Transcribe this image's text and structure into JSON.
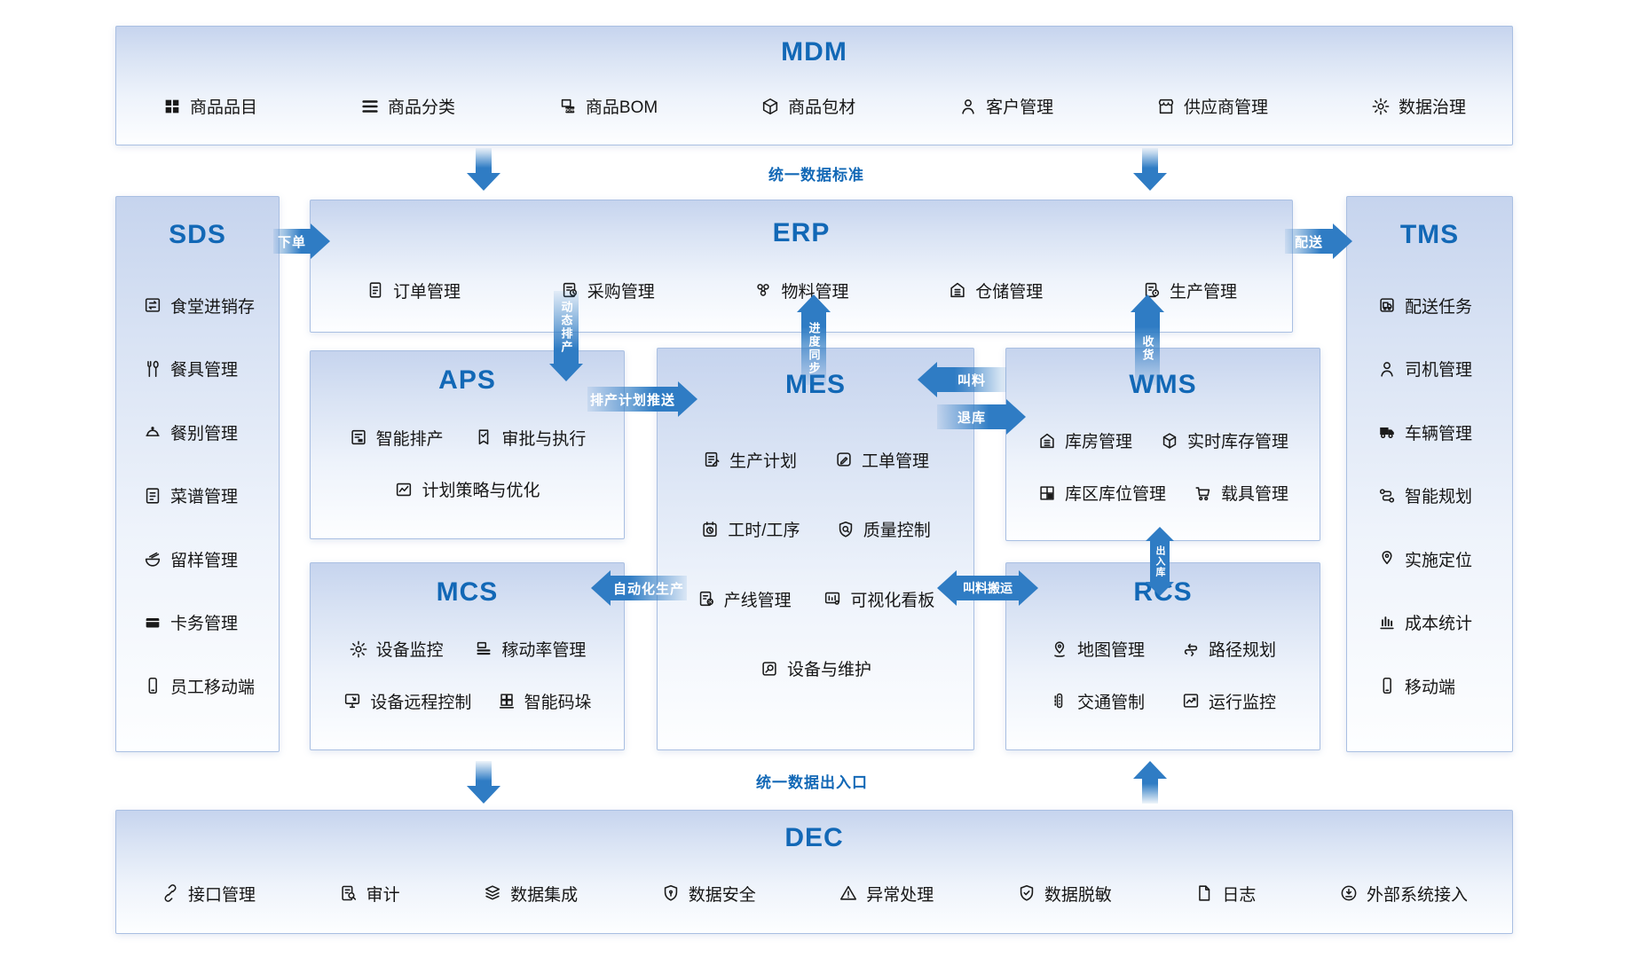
{
  "labels": {
    "data_standard": "统一数据标准",
    "data_io": "统一数据出入口"
  },
  "flows": {
    "place_order": "下单",
    "delivery": "配送",
    "dynamic_scheduling": "动态排产",
    "schedule_push": "排产计划推送",
    "progress_sync": "进度同步",
    "receiving": "收货",
    "material_call": "叫料",
    "return_to_store": "退库",
    "automated_production": "自动化生产",
    "material_handling": "叫料搬运",
    "in_out_warehouse": "出入库"
  },
  "colors": {
    "title_blue": "#1268b6",
    "arrow_blue": "#2f7cc4",
    "panel_border": "#a9bfe2"
  },
  "modules": {
    "mdm": {
      "title": "MDM",
      "items": [
        {
          "icon": "grid",
          "label": "商品品目"
        },
        {
          "icon": "category-list",
          "label": "商品分类"
        },
        {
          "icon": "bom-doc",
          "label": "商品BOM"
        },
        {
          "icon": "package-box",
          "label": "商品包材"
        },
        {
          "icon": "user",
          "label": "客户管理"
        },
        {
          "icon": "storefront",
          "label": "供应商管理"
        },
        {
          "icon": "gear",
          "label": "数据治理"
        }
      ]
    },
    "sds": {
      "title": "SDS",
      "items": [
        {
          "icon": "inout-doc",
          "label": "食堂进销存"
        },
        {
          "icon": "cutlery",
          "label": "餐具管理"
        },
        {
          "icon": "cloche",
          "label": "餐别管理"
        },
        {
          "icon": "menu-doc",
          "label": "菜谱管理"
        },
        {
          "icon": "bowl",
          "label": "留样管理"
        },
        {
          "icon": "card",
          "label": "卡务管理"
        },
        {
          "icon": "mobile",
          "label": "员工移动端"
        }
      ]
    },
    "erp": {
      "title": "ERP",
      "items": [
        {
          "icon": "order-doc",
          "label": "订单管理"
        },
        {
          "icon": "purchase-doc",
          "label": "采购管理"
        },
        {
          "icon": "material-nodes",
          "label": "物料管理"
        },
        {
          "icon": "warehouse-house",
          "label": "仓储管理"
        },
        {
          "icon": "production-doc",
          "label": "生产管理"
        }
      ]
    },
    "aps": {
      "title": "APS",
      "rows": [
        [
          {
            "icon": "smart-schedule-doc",
            "label": "智能排产"
          },
          {
            "icon": "approval-flag",
            "label": "审批与执行"
          }
        ],
        [
          {
            "icon": "strategy-chart",
            "label": "计划策略与优化"
          }
        ]
      ]
    },
    "mes": {
      "title": "MES",
      "rows": [
        [
          {
            "icon": "plan-doc",
            "label": "生产计划"
          },
          {
            "icon": "workorder-pen",
            "label": "工单管理"
          }
        ],
        [
          {
            "icon": "clock-calendar",
            "label": "工时/工序"
          },
          {
            "icon": "quality-shield",
            "label": "质量控制"
          }
        ],
        [
          {
            "icon": "line-doc",
            "label": "产线管理"
          },
          {
            "icon": "kanban-board",
            "label": "可视化看板"
          }
        ],
        [
          {
            "icon": "device-magnifier",
            "label": "设备与维护"
          }
        ]
      ]
    },
    "wms": {
      "title": "WMS",
      "rows": [
        [
          {
            "icon": "warehouse-house",
            "label": "库房管理"
          },
          {
            "icon": "realtime-box",
            "label": "实时库存管理"
          }
        ],
        [
          {
            "icon": "zone-grid",
            "label": "库区库位管理"
          },
          {
            "icon": "trolley",
            "label": "载具管理"
          }
        ]
      ]
    },
    "mcs": {
      "title": "MCS",
      "rows": [
        [
          {
            "icon": "gear",
            "label": "设备监控"
          },
          {
            "icon": "oee-lines",
            "label": "稼动率管理"
          }
        ],
        [
          {
            "icon": "remote-monitor",
            "label": "设备远程控制"
          },
          {
            "icon": "pallet-grid",
            "label": "智能码垛"
          }
        ]
      ]
    },
    "rcs": {
      "title": "RCS",
      "rows": [
        [
          {
            "icon": "map-pin",
            "label": "地图管理"
          },
          {
            "icon": "route-path",
            "label": "路径规划"
          }
        ],
        [
          {
            "icon": "traffic-light",
            "label": "交通管制"
          },
          {
            "icon": "run-monitor",
            "label": "运行监控"
          }
        ]
      ]
    },
    "tms": {
      "title": "TMS",
      "items": [
        {
          "icon": "delivery-truck-doc",
          "label": "配送任务"
        },
        {
          "icon": "user",
          "label": "司机管理"
        },
        {
          "icon": "truck",
          "label": "车辆管理"
        },
        {
          "icon": "smart-route",
          "label": "智能规划"
        },
        {
          "icon": "location-pin",
          "label": "实施定位"
        },
        {
          "icon": "cost-bars",
          "label": "成本统计"
        },
        {
          "icon": "mobile",
          "label": "移动端"
        }
      ]
    },
    "dec": {
      "title": "DEC",
      "items": [
        {
          "icon": "api-link",
          "label": "接口管理"
        },
        {
          "icon": "audit-doc",
          "label": "审计"
        },
        {
          "icon": "data-layers",
          "label": "数据集成"
        },
        {
          "icon": "security-shield",
          "label": "数据安全"
        },
        {
          "icon": "warning-triangle",
          "label": "异常处理"
        },
        {
          "icon": "shield-check",
          "label": "数据脱敏"
        },
        {
          "icon": "log-file",
          "label": "日志"
        },
        {
          "icon": "external-access",
          "label": "外部系统接入"
        }
      ]
    }
  }
}
